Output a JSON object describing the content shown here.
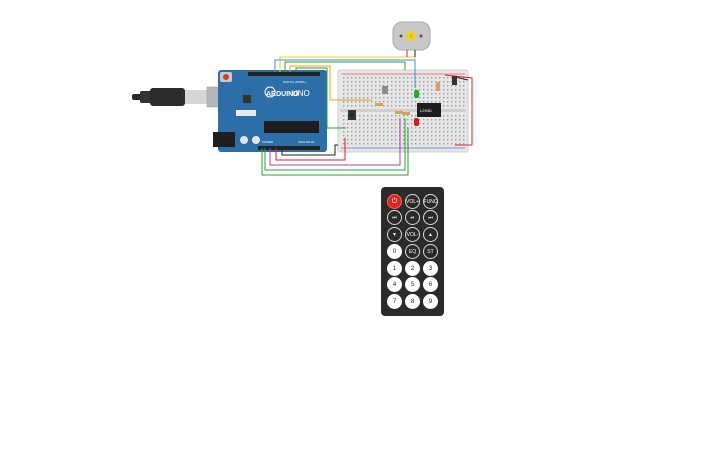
{
  "arduino": {
    "logo_text": "ARDUINO",
    "model": "UNO",
    "section_digital": "DIGITAL (PWM~)",
    "section_power": "POWER",
    "section_analog": "ANALOG IN"
  },
  "ic_chip": {
    "label": "L293D"
  },
  "remote": {
    "buttons": [
      {
        "label": "⏻",
        "style": "red"
      },
      {
        "label": "VOL+",
        "style": "dark"
      },
      {
        "label": "FUNC",
        "style": "dark"
      },
      {
        "label": "⏮",
        "style": "dark"
      },
      {
        "label": "⏯",
        "style": "dark"
      },
      {
        "label": "⏭",
        "style": "dark"
      },
      {
        "label": "▼",
        "style": "dark"
      },
      {
        "label": "VOL-",
        "style": "dark"
      },
      {
        "label": "▲",
        "style": "dark"
      },
      {
        "label": "0",
        "style": "white"
      },
      {
        "label": "EQ",
        "style": "dark"
      },
      {
        "label": "ST",
        "style": "dark"
      },
      {
        "label": "1",
        "style": "white"
      },
      {
        "label": "2",
        "style": "white"
      },
      {
        "label": "3",
        "style": "white"
      },
      {
        "label": "4",
        "style": "white"
      },
      {
        "label": "5",
        "style": "white"
      },
      {
        "label": "6",
        "style": "white"
      },
      {
        "label": "7",
        "style": "white"
      },
      {
        "label": "8",
        "style": "white"
      },
      {
        "label": "9",
        "style": "white"
      }
    ]
  },
  "colors": {
    "arduino": "#2c6ea8",
    "breadboard": "#e6e6e6",
    "wire_red": "#e02020",
    "wire_black": "#222222",
    "wire_green": "#2ca02c",
    "wire_orange": "#f0a020",
    "wire_yellow": "#f0d020",
    "wire_blue": "#4090d0",
    "wire_purple": "#b040b0",
    "remote_body": "#2b2b2b",
    "motor": "#c8c8c8"
  }
}
